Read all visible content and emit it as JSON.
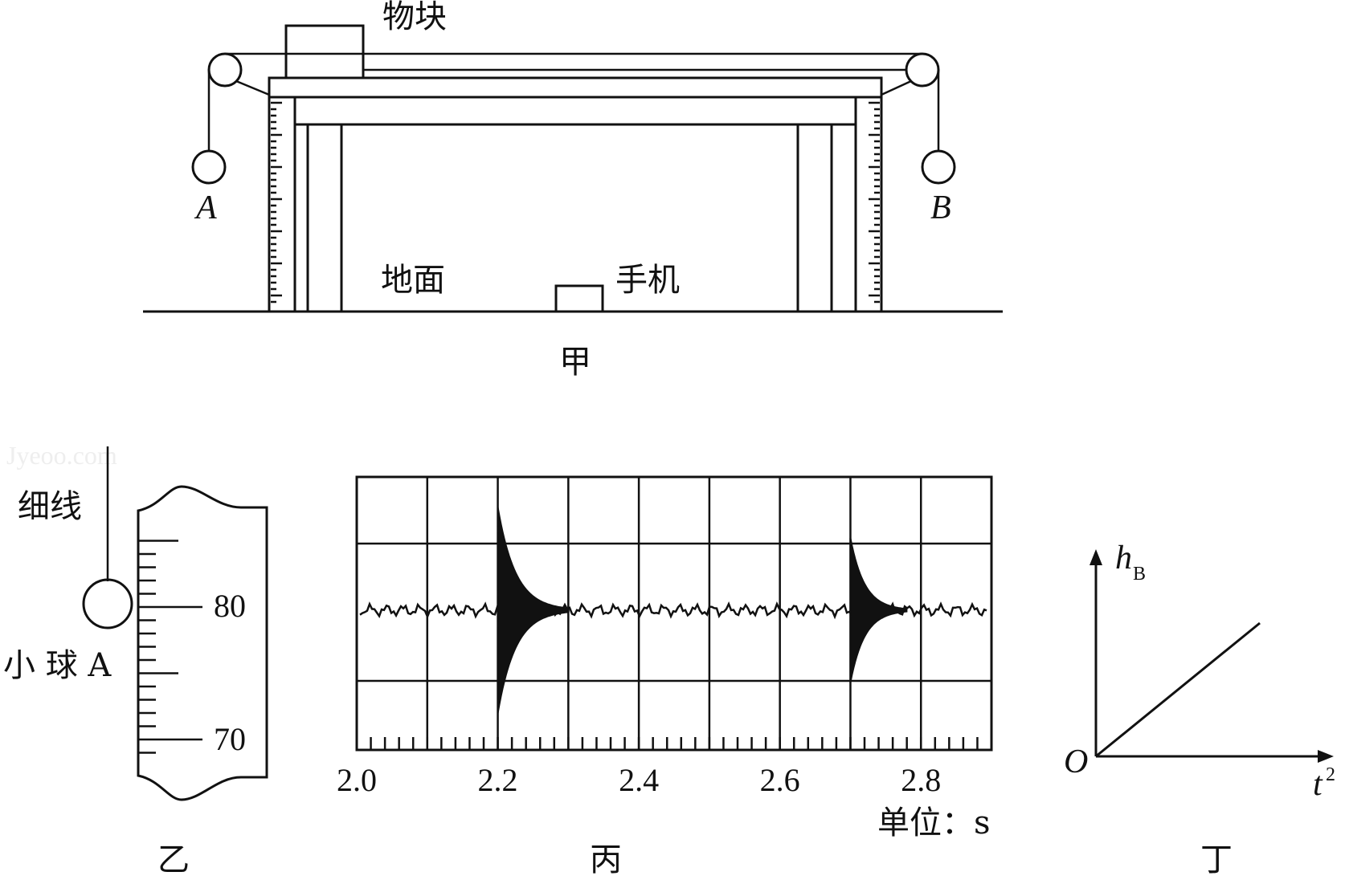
{
  "watermark": "Jyeoo.com",
  "fig_jia": {
    "caption": "甲",
    "label_block": "物块",
    "label_ground": "地面",
    "label_phone": "手机",
    "label_ball_a": "A",
    "label_ball_b": "B"
  },
  "fig_yi": {
    "caption": "乙",
    "label_thread": "细线",
    "label_ball": "小 球 A",
    "tick_80": "80",
    "tick_70": "70"
  },
  "fig_bing": {
    "caption": "丙",
    "unit_label": "单位：s",
    "tick_labels": [
      "2.0",
      "2.2",
      "2.4",
      "2.6",
      "2.8"
    ],
    "chart_data": {
      "type": "line",
      "x_range": [
        2.0,
        2.9
      ],
      "grid": true,
      "spikes_at_s": [
        2.2,
        2.7
      ]
    }
  },
  "fig_ding": {
    "caption": "丁",
    "y_label": "h",
    "y_label_sub": "B",
    "x_label": "t",
    "x_label_sup": "2",
    "origin_label": "O"
  }
}
